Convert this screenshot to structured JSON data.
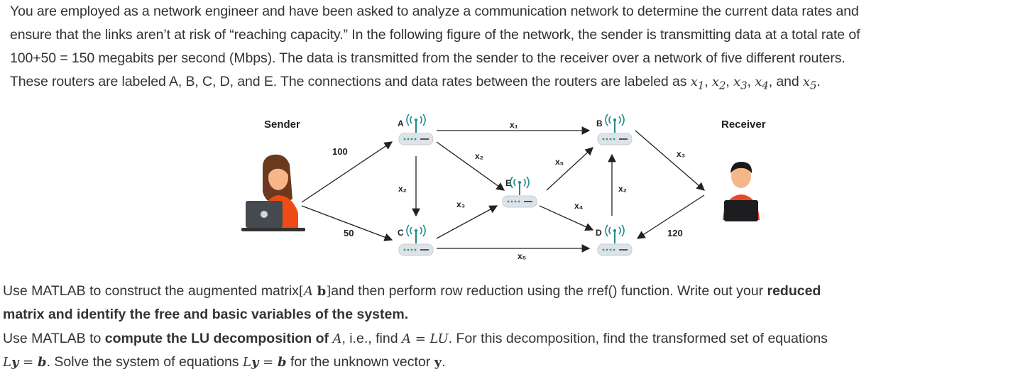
{
  "intro": {
    "line1": "You are employed as a network engineer and have been asked to analyze a communication network to determine the current data rates and",
    "line2": "ensure that the links aren’t at risk of “reaching capacity.” In the following figure of the network, the sender is transmitting data at a total rate of",
    "line3": "100+50 = 150 megabits per second (Mbps). The data is transmitted from the sender to the receiver over a network of five different routers.",
    "line4_pre": "These routers are labeled A, B, C, D, and E. The connections and data rates between the routers are labeled as ",
    "vars": [
      "x",
      "1",
      "x",
      "2",
      "x",
      "3",
      "x",
      "4",
      "x",
      "5"
    ],
    "line4_post": "and "
  },
  "figure": {
    "sender_label": "Sender",
    "receiver_label": "Receiver",
    "routers": {
      "A": "A",
      "B": "B",
      "C": "C",
      "D": "D",
      "E": "E"
    },
    "rates": {
      "in_top": "100",
      "in_bottom": "50",
      "out_right": "120"
    },
    "edges": {
      "ab": "x₁",
      "ac": "x₂",
      "ae": "x₂",
      "eb": "x₅",
      "ce": "x₃",
      "ed": "x₄",
      "db": "x₂",
      "cd": "x₅",
      "br": "x₃"
    }
  },
  "question1": {
    "pre": "Use MATLAB to construct the augmented matrix",
    "matrix": "[A b]",
    "mid": "and then perform row reduction using the rref() function. Write out your ",
    "bold1": "reduced",
    "bold2": "matrix and identify the free and basic variables of the system."
  },
  "question2": {
    "pre": " Use MATLAB to ",
    "bold": "compute the LU decomposition of",
    "A": "A",
    "ie": ", i.e., find ",
    "eq": "A = LU",
    "after": ". For this decomposition, find the transformed set of equations",
    "line2_eq": "Ly = b",
    "line2_mid": ". Solve the system of equations ",
    "line2_eq2": "Ly = b",
    "line2_end": " for the unknown vector ",
    "y": "y",
    "period": "."
  },
  "colors": {
    "text": "#333333",
    "router_body": "#dde3e9",
    "wifi": "#1f8a8a",
    "skin": "#f7b68a",
    "hair_sender": "#6b3a1e",
    "shirt_sender": "#f04d16",
    "hair_receiver": "#1a1a1a",
    "shirt_receiver": "#e8462a",
    "laptop": "#444a4f"
  }
}
